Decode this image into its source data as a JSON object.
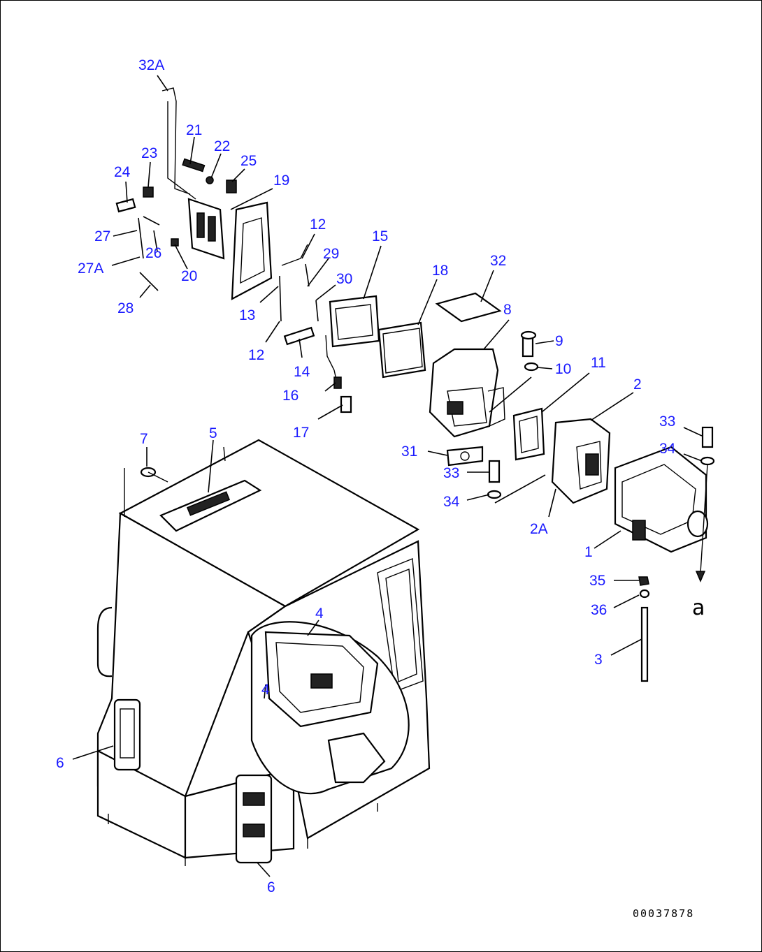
{
  "callouts": {
    "c32A": "32A",
    "c21": "21",
    "c22": "22",
    "c23": "23",
    "c24": "24",
    "c25": "25",
    "c19": "19",
    "c27": "27",
    "c26": "26",
    "c27A": "27A",
    "c20": "20",
    "c28": "28",
    "c12a": "12",
    "c29": "29",
    "c30": "30",
    "c13": "13",
    "c12b": "12",
    "c14": "14",
    "c15": "15",
    "c16": "16",
    "c17": "17",
    "c18": "18",
    "c32": "32",
    "c8": "8",
    "c9": "9",
    "c10": "10",
    "c11": "11",
    "c2": "2",
    "c31": "31",
    "c33a": "33",
    "c34a": "34",
    "c2A": "2A",
    "c33b": "33",
    "c34b": "34",
    "c1": "1",
    "c35": "35",
    "c36": "36",
    "c3": "3",
    "c7": "7",
    "c5": "5",
    "c4a": "4",
    "c4b": "4",
    "c6a": "6",
    "c6b": "6"
  },
  "reference_letter": "a",
  "drawing_number": "00037878",
  "colors": {
    "callout": "#1a1aff",
    "line": "#000000",
    "background": "#ffffff"
  }
}
